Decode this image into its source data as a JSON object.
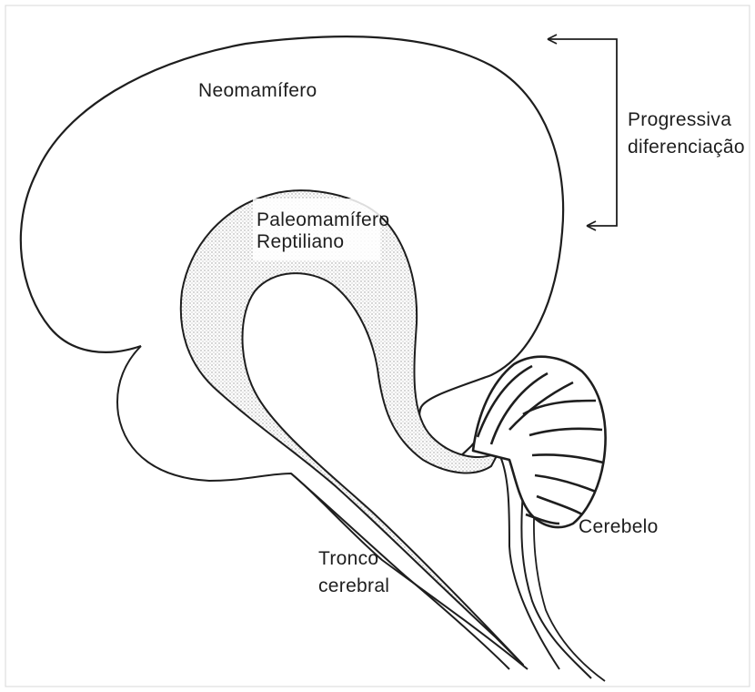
{
  "labels": {
    "neomamifero": "Neomamífero",
    "paleomamifero": "Paleomamífero",
    "reptiliano": "Reptiliano",
    "progressiva_line1": "Progressiva",
    "progressiva_line2": "diferenciação",
    "cerebelo": "Cerebelo",
    "tronco_line1": "Tronco",
    "tronco_line2": "cerebral"
  },
  "colors": {
    "line": "#1e1e1e",
    "stipple": "#c9c9c9",
    "background": "#ffffff"
  }
}
